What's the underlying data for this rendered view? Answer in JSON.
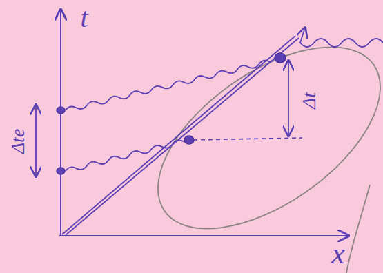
{
  "diagram": {
    "labels": [
      "t",
      "x",
      "Δte",
      "Δt"
    ]
  }
}
